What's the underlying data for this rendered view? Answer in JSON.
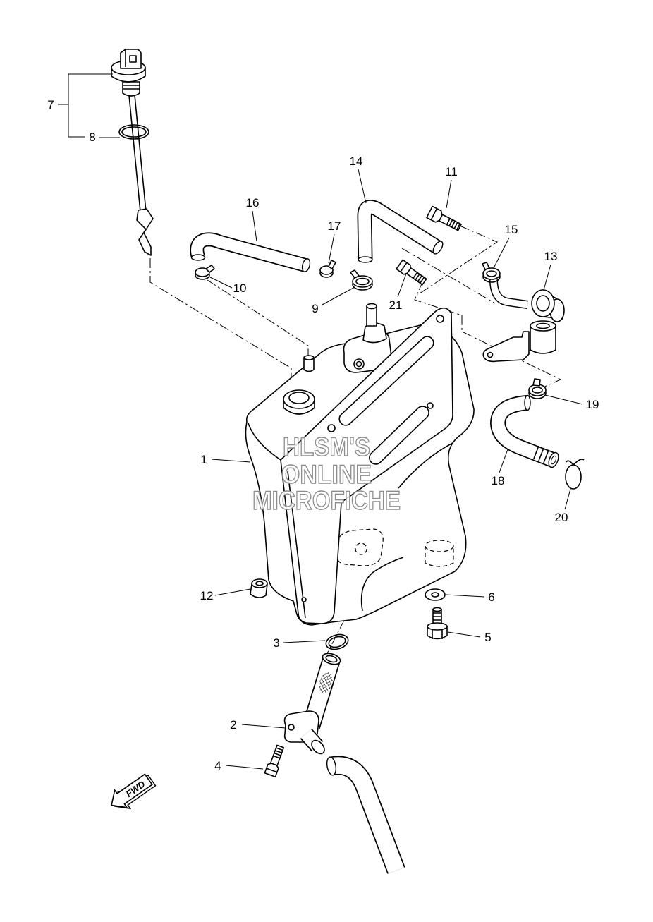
{
  "callouts": [
    "1",
    "2",
    "3",
    "4",
    "5",
    "6",
    "7",
    "8",
    "9",
    "10",
    "11",
    "12",
    "13",
    "14",
    "15",
    "16",
    "17",
    "18",
    "19",
    "20",
    "21"
  ],
  "watermark": {
    "line1": "HLSM'S",
    "line2": "ONLINE",
    "line3": "MICROFICHE"
  },
  "direction_arrow": {
    "label": "FWD",
    "icon": "forward-arrow-icon"
  },
  "colors": {
    "line": "#000000",
    "watermark_stroke": "#8c8c8c",
    "background": "#ffffff"
  }
}
